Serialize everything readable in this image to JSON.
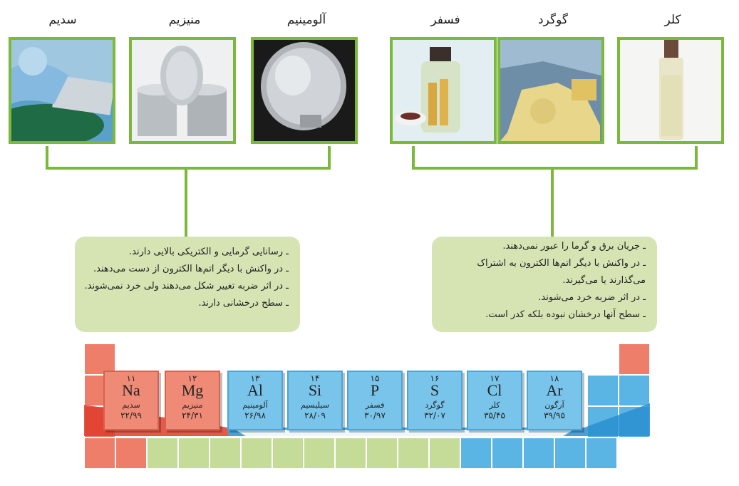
{
  "images": [
    {
      "label": "سدیم",
      "icon": "sodium-photo"
    },
    {
      "label": "منیزیم",
      "icon": "magnesium-photo"
    },
    {
      "label": "آلومینیم",
      "icon": "aluminium-photo"
    },
    {
      "label": "فسفر",
      "icon": "phosphorus-photo"
    },
    {
      "label": "گوگرد",
      "icon": "sulfur-photo"
    },
    {
      "label": "کلر",
      "icon": "chlorine-photo"
    }
  ],
  "metals_note": [
    "ـ رسانایی گرمایی و الکتریکی بالایی دارند.",
    "ـ در واکنش با دیگر اتم‌ها الکترون از دست می‌دهند.",
    "ـ در اثر ضربه تغییر شکل می‌دهند ولی خرد نمی‌شوند.",
    "ـ سطح درخشانی دارند."
  ],
  "nonmetals_note": [
    "ـ جریان برق و گرما را عبور نمی‌دهند.",
    "ـ در واکنش با دیگر اتم‌ها الکترون به اشتراک",
    "می‌گذارند یا می‌گیرند.",
    "ـ در اثر ضربه خرد می‌شوند.",
    "ـ سطح آنها درخشان نبوده بلکه کدر است."
  ],
  "elements": [
    {
      "number": "۱۱",
      "symbol": "Na",
      "name": "سدیم",
      "mass": "۲۲/۹۹",
      "type": "metal"
    },
    {
      "number": "۱۲",
      "symbol": "Mg",
      "name": "منیزیم",
      "mass": "۲۴/۳۱",
      "type": "metal"
    },
    {
      "number": "۱۳",
      "symbol": "Al",
      "name": "آلومینیم",
      "mass": "۲۶/۹۸",
      "type": "other"
    },
    {
      "number": "۱۴",
      "symbol": "Si",
      "name": "سیلیسیم",
      "mass": "۲۸/۰۹",
      "type": "other"
    },
    {
      "number": "۱۵",
      "symbol": "P",
      "name": "فسفر",
      "mass": "۳۰/۹۷",
      "type": "other"
    },
    {
      "number": "۱۶",
      "symbol": "S",
      "name": "گوگرد",
      "mass": "۳۲/۰۷",
      "type": "other"
    },
    {
      "number": "۱۷",
      "symbol": "Cl",
      "name": "کلر",
      "mass": "۳۵/۴۵",
      "type": "other"
    },
    {
      "number": "۱۸",
      "symbol": "Ar",
      "name": "آرگون",
      "mass": "۳۹/۹۵",
      "type": "other"
    }
  ],
  "colors": {
    "metal": "#ef8a76",
    "nonmetal": "#79c4ea",
    "transition": "#c5dc98",
    "frame": "#7cb93a",
    "note_bg": "#d6e4b4"
  }
}
